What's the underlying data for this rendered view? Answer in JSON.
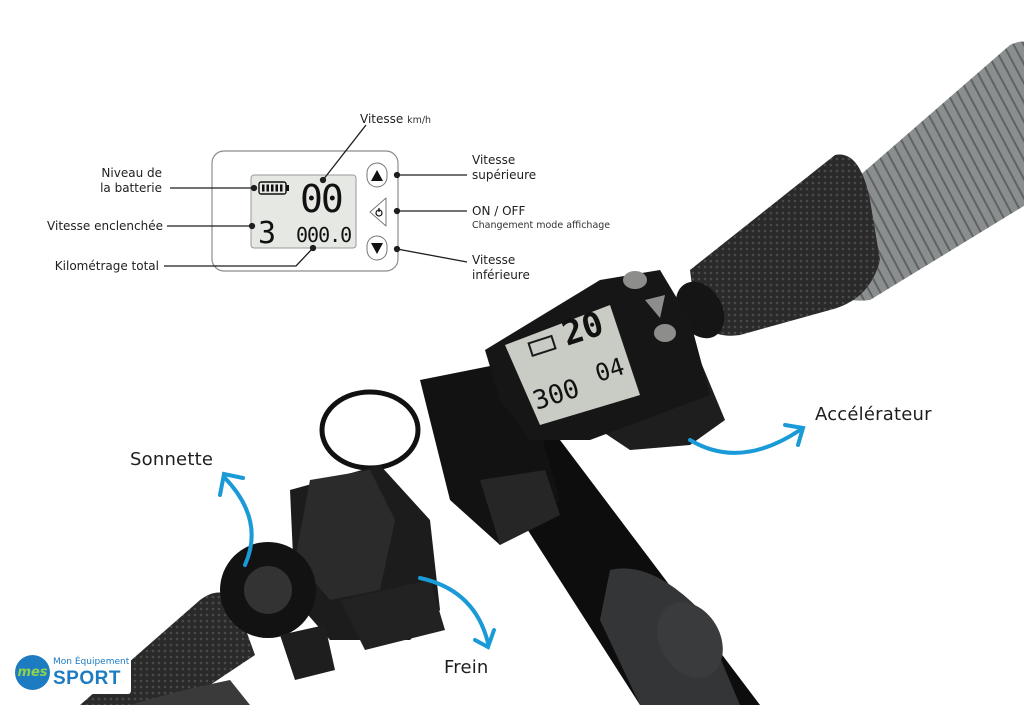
{
  "diagram": {
    "title_label": "Vitesse",
    "title_unit": "km/h",
    "display": {
      "battery_bars": 5,
      "speed_value": "00",
      "gear_value": "3",
      "odometer_value": "000.0"
    },
    "left_labels": [
      {
        "id": "battery",
        "line1": "Niveau de",
        "line2": "la batterie"
      },
      {
        "id": "gear",
        "line1": "Vitesse enclenchée"
      },
      {
        "id": "odometer",
        "line1": "Kilométrage total"
      }
    ],
    "right_labels": [
      {
        "id": "speed-up",
        "line1": "Vitesse",
        "line2": "supérieure"
      },
      {
        "id": "power",
        "line1": "ON / OFF",
        "line2": "Changement mode affichage"
      },
      {
        "id": "speed-down",
        "line1": "Vitesse",
        "line2": "inférieure"
      }
    ],
    "buttons": [
      {
        "id": "up",
        "icon": "triangle-up"
      },
      {
        "id": "power",
        "icon": "power"
      },
      {
        "id": "down",
        "icon": "triangle-down"
      }
    ]
  },
  "photo": {
    "device_display": {
      "speed_value": "20",
      "distance_value": "300",
      "trip_value": "04"
    },
    "callouts": [
      {
        "id": "accelerator",
        "label": "Accélérateur"
      },
      {
        "id": "bell",
        "label": "Sonnette"
      },
      {
        "id": "brake",
        "label": "Frein"
      }
    ]
  },
  "colors": {
    "arrow": "#1a9ad6",
    "lcd": "#e6e8e3",
    "text": "#1e1e1e",
    "brand": "#1d7bc2",
    "brand_accent": "#8dd24e"
  },
  "logo": {
    "mark": "mes",
    "top_text": "Mon Équipement",
    "bottom_text": "SPORT"
  }
}
